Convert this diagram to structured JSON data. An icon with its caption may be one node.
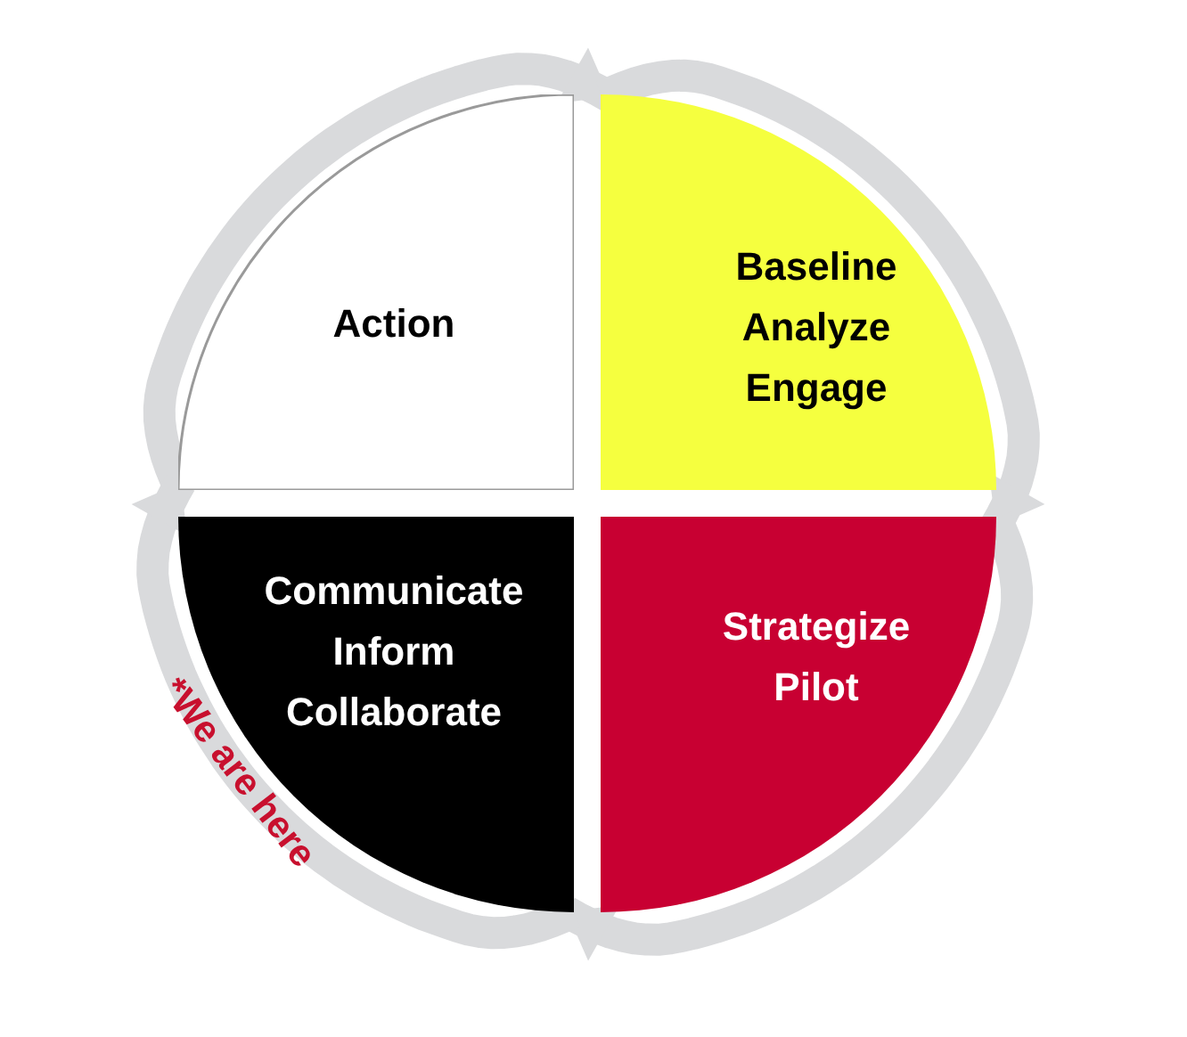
{
  "diagram": {
    "nodes": [
      {
        "text": [
          "Action"
        ]
      },
      {
        "text": [
          "Baseline",
          "Analyze",
          "Engage"
        ]
      },
      {
        "text": [
          "Strategize",
          "Pilot"
        ]
      },
      {
        "text": [
          "Communicate",
          "Inform",
          "Collaborate"
        ]
      }
    ],
    "edges": [
      {
        "from": 0,
        "to": 1,
        "arrow": "to"
      },
      {
        "from": 1,
        "to": 2,
        "arrow": "to"
      },
      {
        "from": 2,
        "to": 3,
        "arrow": "to"
      },
      {
        "from": 3,
        "to": 0,
        "arrow": "to",
        "label": "*We are here"
      }
    ]
  }
}
